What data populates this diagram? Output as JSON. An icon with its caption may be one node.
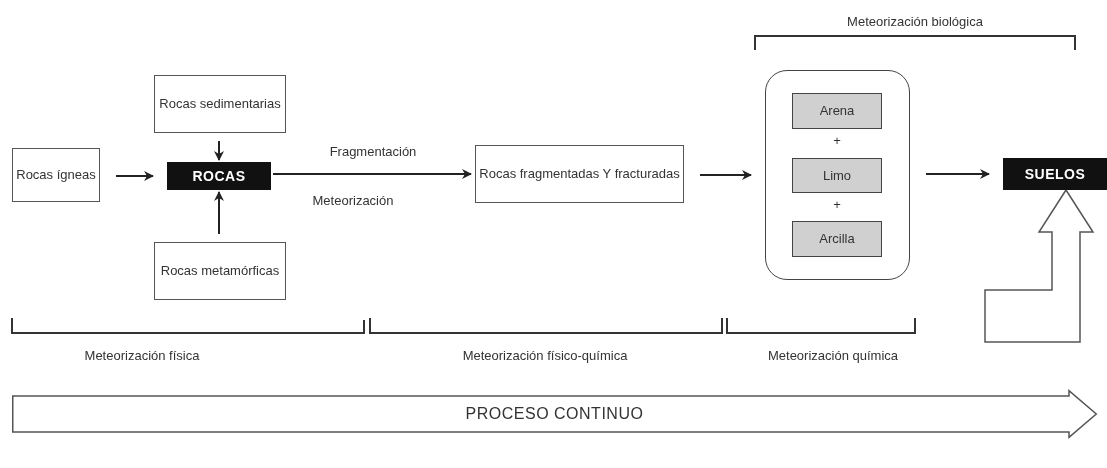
{
  "diagram": {
    "nodes": [
      {
        "text": [
          "Rocas ígneas"
        ]
      },
      {
        "text": [
          "Rocas sedimentarias"
        ]
      },
      {
        "text": [
          "ROCAS"
        ]
      },
      {
        "text": [
          "Rocas metamórficas"
        ]
      },
      {
        "text": [
          "Rocas fragmentadas Y fracturadas"
        ]
      },
      {
        "text": [],
        "shape": "box"
      },
      {
        "text": [
          "Arena"
        ],
        "in": 5
      },
      {
        "text": [
          "Limo"
        ],
        "in": 5
      },
      {
        "text": [
          "Arcilla"
        ],
        "in": 5
      },
      {
        "text": [
          "SUELOS"
        ]
      },
      {
        "text": [
          "PROCESO CONTINUO"
        ]
      }
    ],
    "edges": [
      {
        "from": 0,
        "to": 2,
        "arrow": "to"
      },
      {
        "from": 1,
        "to": 2,
        "arrow": "to"
      },
      {
        "from": 3,
        "to": 2,
        "arrow": "to"
      },
      {
        "from": 2,
        "to": 4,
        "arrow": "to",
        "label": "Fragmentación"
      },
      {
        "from": 4,
        "to": 5,
        "arrow": "to"
      },
      {
        "from": 5,
        "to": 9,
        "arrow": "to"
      },
      {
        "from": null,
        "to": 9,
        "arrow": "to",
        "style": "thick"
      }
    ],
    "labels": [
      "Meteorización biológica",
      "+",
      "+",
      "Meteorización",
      "Meteorización física",
      "Meteorización físico-química",
      "Meteorización química"
    ]
  }
}
